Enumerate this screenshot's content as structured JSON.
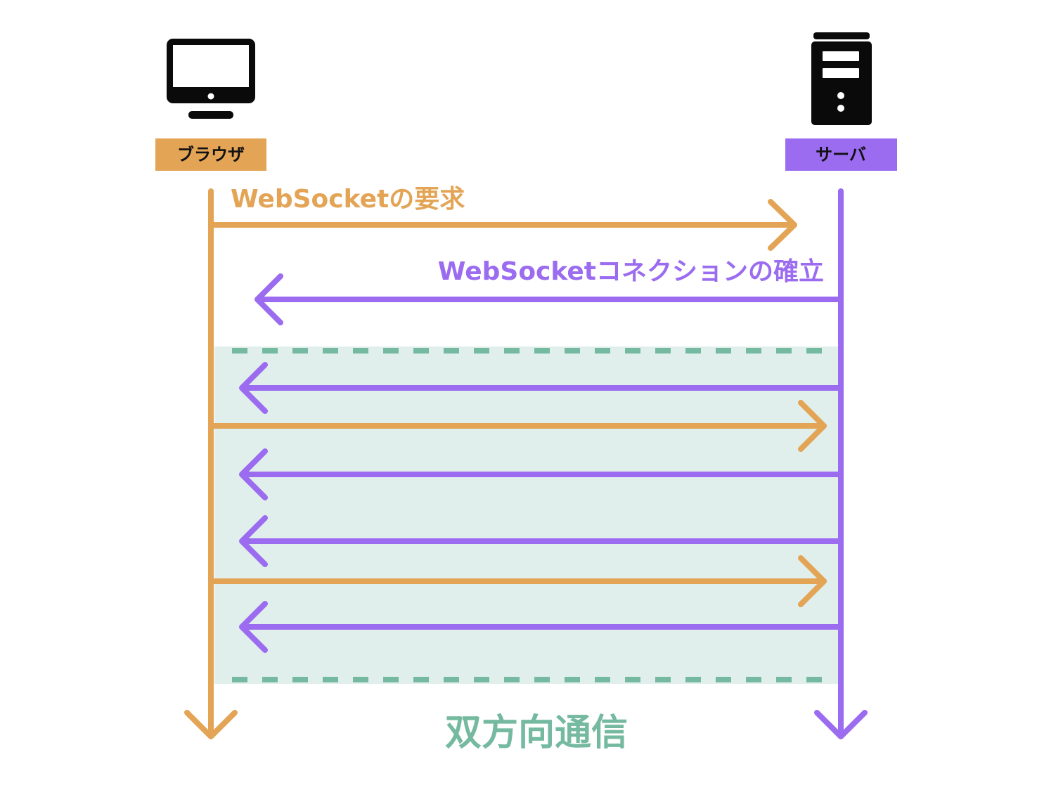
{
  "participants": {
    "browser": {
      "label": "ブラウザ",
      "icon": "monitor-icon"
    },
    "server": {
      "label": "サーバ",
      "icon": "server-icon"
    }
  },
  "messages": {
    "request": {
      "label": "WebSocketの要求",
      "direction": "browser-to-server"
    },
    "established": {
      "label": "WebSocketコネクションの確立",
      "direction": "server-to-browser"
    }
  },
  "bidirectional": {
    "label": "双方向通信",
    "arrows": [
      "server-to-browser",
      "browser-to-server",
      "server-to-browser",
      "server-to-browser",
      "browser-to-server",
      "server-to-browser"
    ]
  },
  "colors": {
    "browser": "#E3A455",
    "server": "#9B6CF0",
    "region_fill": "#E1EFEC",
    "region_border": "#74B9A0",
    "region_label": "#74B9A0",
    "icon": "#0A0A0A"
  }
}
